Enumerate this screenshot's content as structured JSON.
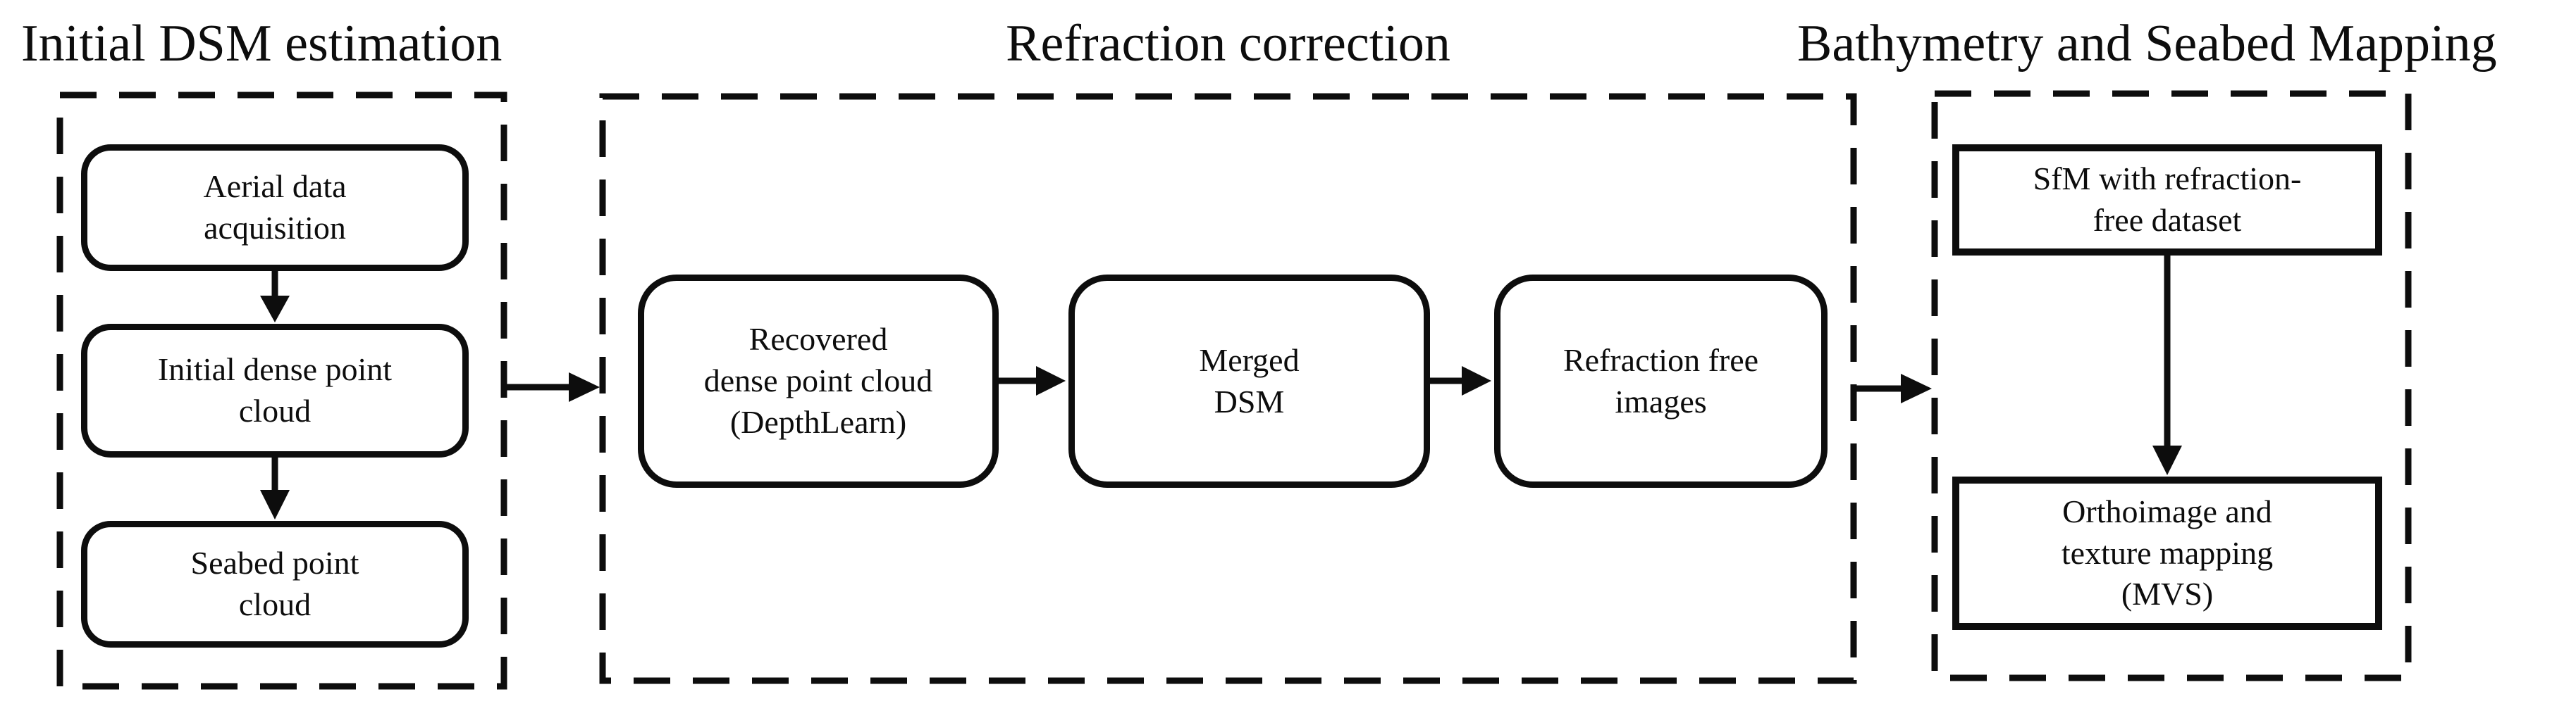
{
  "colors": {
    "background": "#ffffff",
    "line": "#0d0d0d",
    "text": "#0d0d0d"
  },
  "sections": [
    {
      "id": "initial-dsm-estimation",
      "title": "Initial DSM estimation",
      "boxes": [
        {
          "label": "Aerial data\nacquisition"
        },
        {
          "label": "Initial dense point\ncloud"
        },
        {
          "label": "Seabed point\ncloud"
        }
      ]
    },
    {
      "id": "refraction-correction",
      "title": "Refraction correction",
      "boxes": [
        {
          "label": "Recovered\ndense point cloud\n(DepthLearn)"
        },
        {
          "label": "Merged\nDSM"
        },
        {
          "label": "Refraction free\nimages"
        }
      ]
    },
    {
      "id": "bathymetry-and-seabed-mapping",
      "title": "Bathymetry and Seabed Mapping",
      "boxes": [
        {
          "label": "SfM with refraction-\nfree dataset"
        },
        {
          "label": "Orthoimage and\ntexture mapping\n(MVS)"
        }
      ]
    }
  ]
}
